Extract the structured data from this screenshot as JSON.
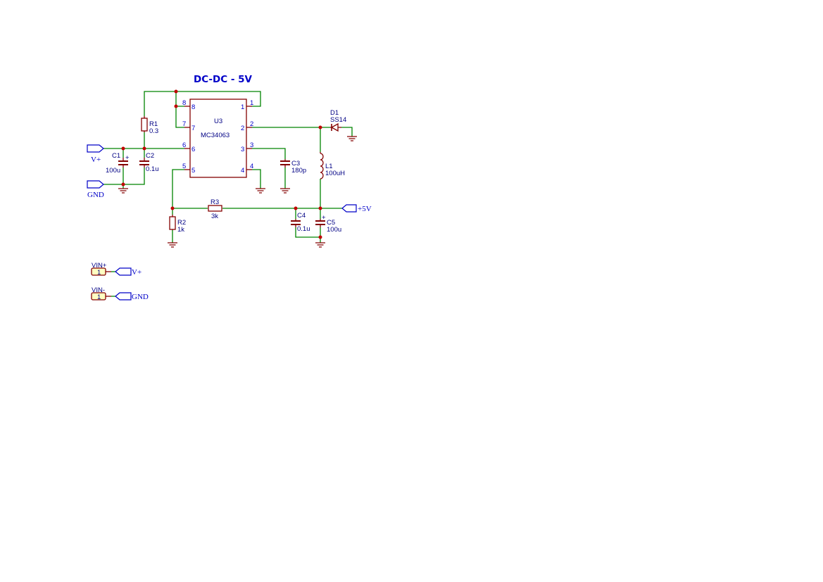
{
  "title": "DC-DC - 5V",
  "ic": {
    "ref": "U3",
    "value": "MC34063",
    "pins": [
      "1",
      "2",
      "3",
      "4",
      "5",
      "6",
      "7",
      "8"
    ]
  },
  "components": {
    "r1": {
      "ref": "R1",
      "value": "0.3"
    },
    "r2": {
      "ref": "R2",
      "value": "1k"
    },
    "r3": {
      "ref": "R3",
      "value": "3k"
    },
    "c1": {
      "ref": "C1",
      "value": "100u",
      "polarity": "+"
    },
    "c2": {
      "ref": "C2",
      "value": "0.1u"
    },
    "c3": {
      "ref": "C3",
      "value": "180p"
    },
    "c4": {
      "ref": "C4",
      "value": "0.1u"
    },
    "c5": {
      "ref": "C5",
      "value": "100u",
      "polarity": "+"
    },
    "l1": {
      "ref": "L1",
      "value": "100uH"
    },
    "d1": {
      "ref": "D1",
      "value": "SS14"
    }
  },
  "ports": {
    "vplus": "V+",
    "gnd": "GND",
    "out": "+5V",
    "vplus2": "V+",
    "gnd2": "GND"
  },
  "connectors": {
    "vin_plus": {
      "ref": "VIN+",
      "pin": "1"
    },
    "vin_minus": {
      "ref": "VIN-",
      "pin": "1"
    }
  }
}
